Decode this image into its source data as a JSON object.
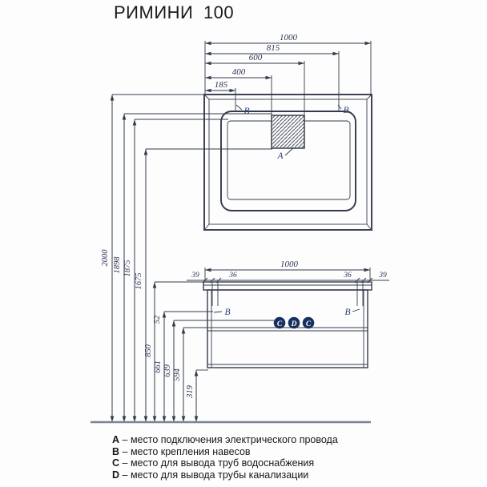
{
  "title": "РИМИНИ 100",
  "colors": {
    "line": "#343b4b",
    "dimension_text": "#2e3552",
    "marker_text": "#2c3e78",
    "pipe_marker_fill": "#17305e",
    "floor_line": "#7b8494",
    "text": "#1b1b1b"
  },
  "drawing": {
    "mirror": {
      "width_dims": [
        "1000",
        "815",
        "600",
        "400",
        "185"
      ],
      "height_dims": [
        "2000",
        "1898",
        "1875",
        "1675"
      ],
      "marker_a": "A",
      "marker_b_left": "B",
      "marker_b_right": "B"
    },
    "cabinet": {
      "width_dim": "1000",
      "offset_dims": [
        "39",
        "36",
        "36",
        "39"
      ],
      "height_dims": [
        "850",
        "52",
        "661",
        "639",
        "594",
        "319"
      ],
      "marker_b_left": "B",
      "marker_b_right": "B",
      "pipe_markers": [
        "C",
        "D",
        "C"
      ]
    }
  },
  "legend": {
    "sep": "–",
    "items": [
      {
        "key": "A",
        "text": "место подключения электрического провода"
      },
      {
        "key": "B",
        "text": "место крепления навесов"
      },
      {
        "key": "C",
        "text": "место для вывода труб водоснабжения"
      },
      {
        "key": "D",
        "text": "место для вывода трубы канализации"
      }
    ]
  }
}
